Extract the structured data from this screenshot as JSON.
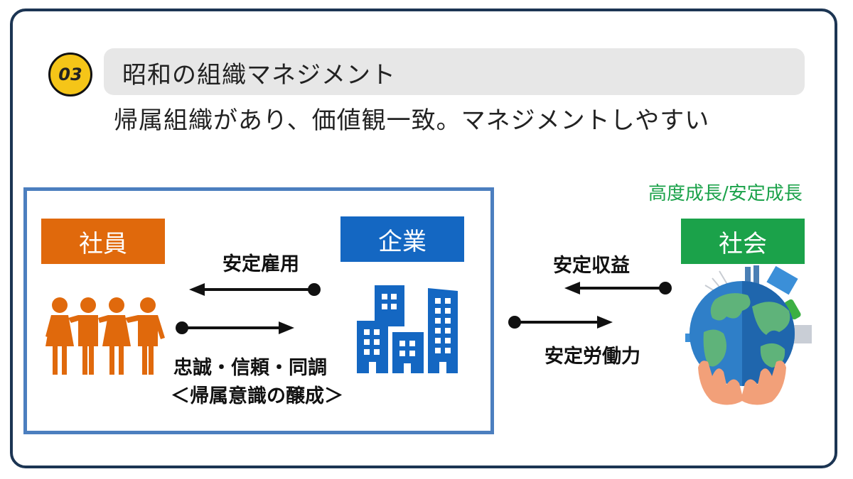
{
  "header": {
    "number": "03",
    "title": "昭和の組織マネジメント",
    "subtitle": "帰属組織があり、価値観一致。マネジメントしやすい"
  },
  "entities": {
    "employee": {
      "label": "社員",
      "color": "#e0690c",
      "icon": "people-holding-hands-icon"
    },
    "company": {
      "label": "企業",
      "color": "#1467c2",
      "icon": "office-buildings-icon"
    },
    "society": {
      "label": "社会",
      "color": "#1ba24a",
      "icon": "earth-in-hands-icon"
    }
  },
  "society_note": "高度成長/安定成長",
  "flows": {
    "company_to_employee": "安定雇用",
    "employee_to_company_line1": "忠誠・信頼・同調",
    "employee_to_company_line2": "＜帰属意識の醸成＞",
    "society_to_company": "安定収益",
    "company_to_society": "安定労働力"
  },
  "colors": {
    "frame": "#1c3553",
    "badge": "#f5c518",
    "title_bar": "#e7e7e7",
    "org_box": "#4c7fbf"
  }
}
